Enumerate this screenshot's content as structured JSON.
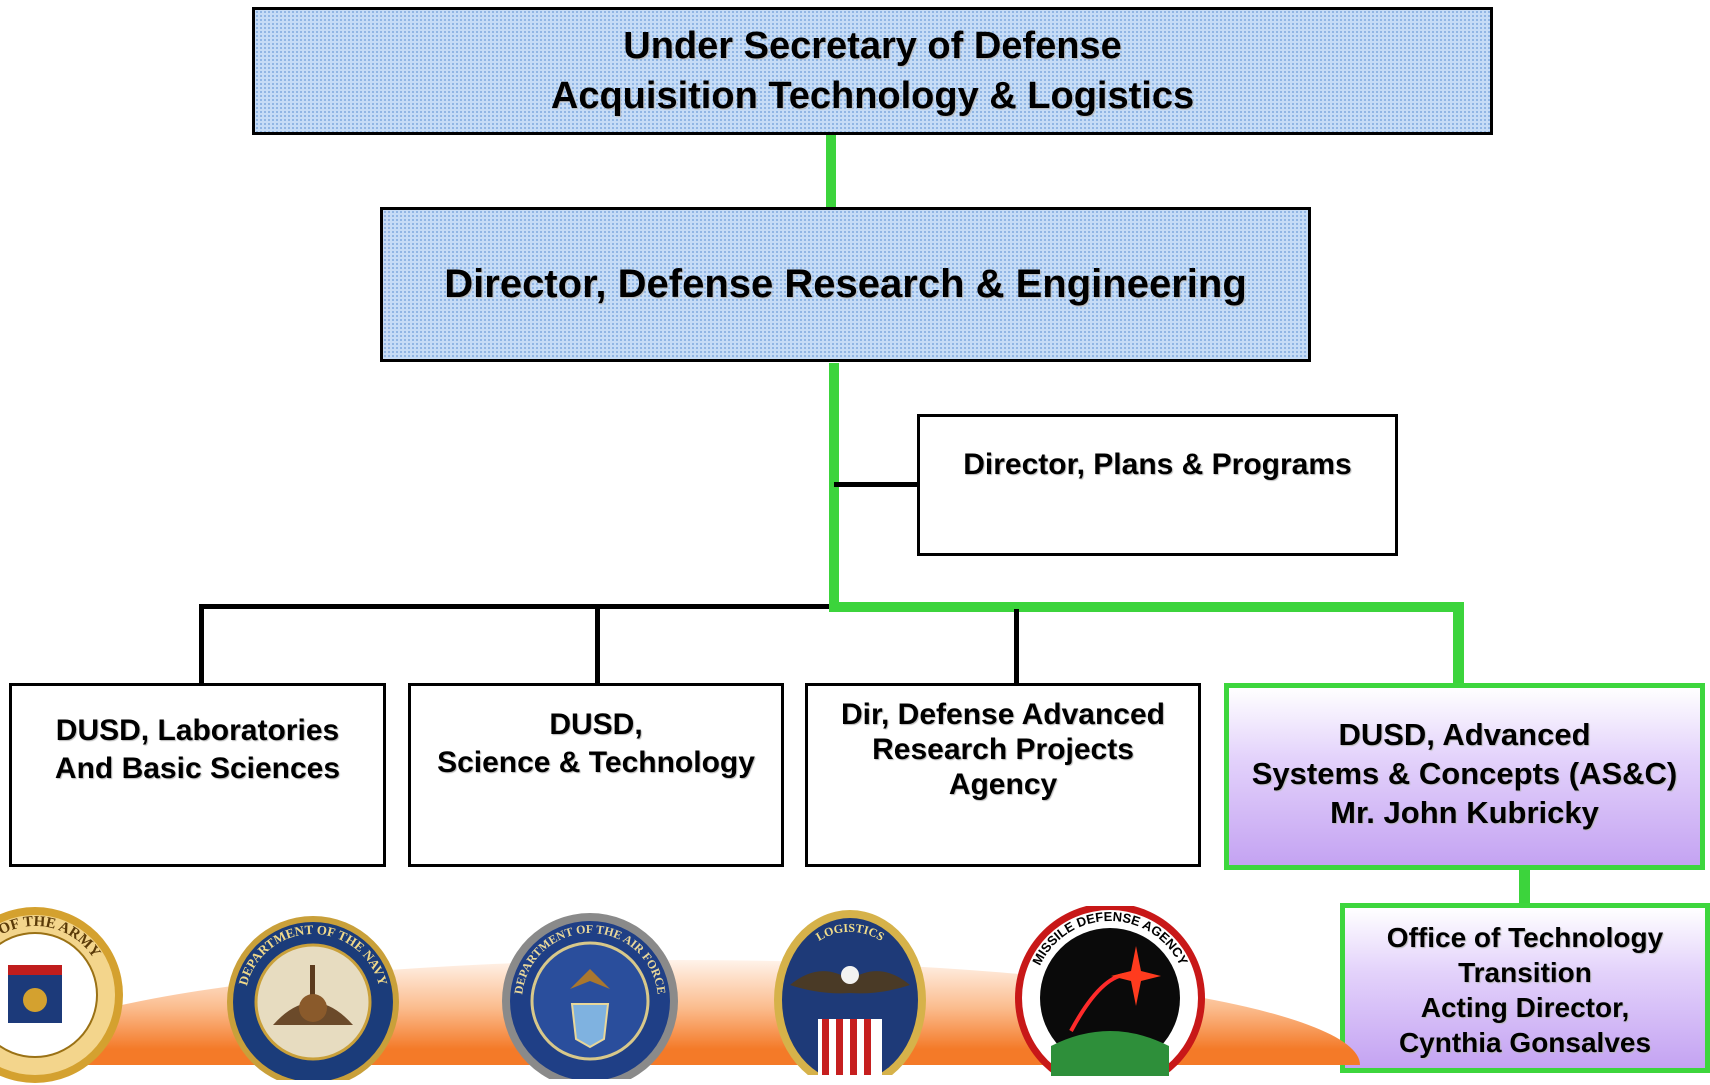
{
  "top_box": {
    "line1": "Under Secretary of Defense",
    "line2": "Acquisition Technology & Logistics"
  },
  "ddre_box": {
    "label": "Director, Defense Research & Engineering"
  },
  "plans_box": {
    "label": "Director, Plans & Programs"
  },
  "lab_box": {
    "line1": "DUSD, Laboratories",
    "line2": "And Basic Sciences"
  },
  "st_box": {
    "line1": "DUSD,",
    "line2": "Science & Technology"
  },
  "darpa_box": {
    "line1": "Dir, Defense Advanced",
    "line2": "Research Projects",
    "line3": "Agency"
  },
  "asc_box": {
    "line1": "DUSD, Advanced",
    "line2": "Systems & Concepts (AS&C)",
    "line3": "Mr. John Kubricky"
  },
  "ott_box": {
    "line1": "Office of Technology",
    "line2": "Transition",
    "line3": "Acting Director,",
    "line4": "Cynthia Gonsalves"
  },
  "seals": {
    "army": "ENT OF THE ARMY",
    "navy": "DEPARTMENT OF THE NAVY",
    "air_force": "DEPARTMENT OF THE AIR FORCE",
    "dla": "LOGISTICS",
    "mda": "MISSILE DEFENSE AGENCY"
  },
  "colors": {
    "highlight_line": "#3cd43c",
    "blue_fill": "#c6dcf6",
    "purple_fill": "#c4a3f2"
  }
}
